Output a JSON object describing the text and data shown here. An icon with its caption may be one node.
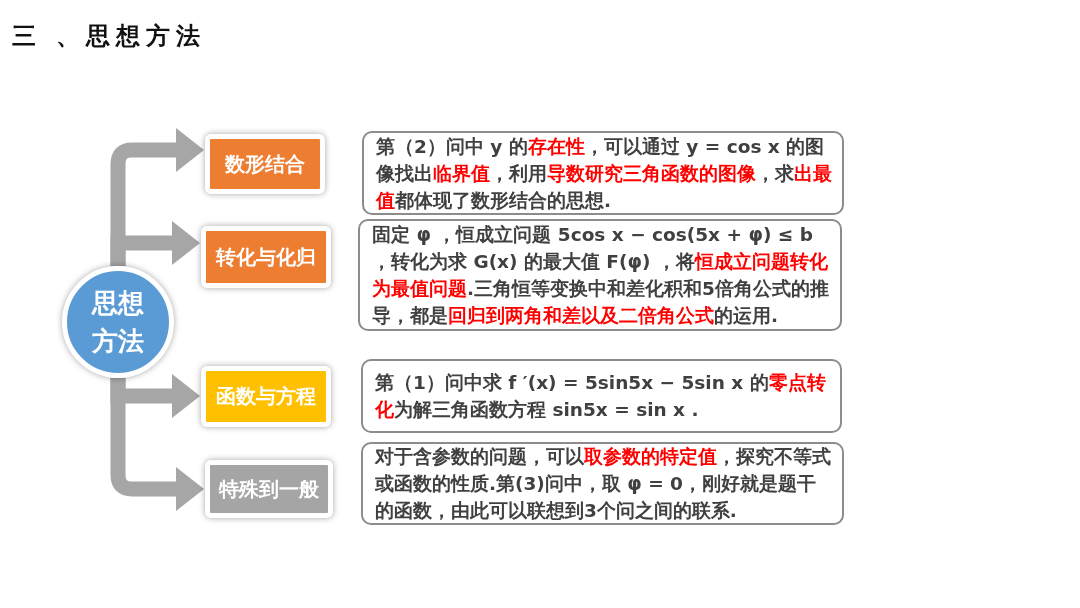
{
  "diagram": {
    "title": "三 、思想方法",
    "nodes": [
      {
        "text": [
          "思想方法"
        ]
      },
      {
        "text": [
          "数形结合"
        ]
      },
      {
        "text": [
          "转化与化归"
        ]
      },
      {
        "text": [
          "函数与方程"
        ]
      },
      {
        "text": [
          "特殊到一般"
        ]
      },
      {
        "text": [
          "第（2）问中 y 的**存在性**，可以通过 y = cos x 的图像找出**临界值**，利用**导数研究三角函数的图像**，求**出最值**都体现了数形结合的思想."
        ]
      },
      {
        "text": [
          "固定 φ ，恒成立问题 5cos x − cos(5x + φ) ≤ b ，转化为求 G(x) 的最大值 F(φ) ，将**恒成立问题转化为最值问题**.三角恒等变换中和差化积和5倍角公式的推导，都是**回归到两角和差以及二倍角公式**的运用."
        ]
      },
      {
        "text": [
          "第（1）问中求 f ′(x) = 5sin5x − 5sin x 的**零点转化**为解三角函数方程 sin5x = sin x ."
        ]
      },
      {
        "text": [
          "对于含参数的问题，可以**取参数的特定值**，探究不等式或函数的性质.第(3)问中，取 φ = 0，刚好就是题干的函数，由此可以联想到3个问之间的联系."
        ]
      }
    ],
    "edges": [
      {
        "from": 0,
        "to": 1,
        "arrow": "to"
      },
      {
        "from": 0,
        "to": 2,
        "arrow": "to"
      },
      {
        "from": 0,
        "to": 3,
        "arrow": "to"
      },
      {
        "from": 0,
        "to": 4,
        "arrow": "to"
      }
    ]
  }
}
